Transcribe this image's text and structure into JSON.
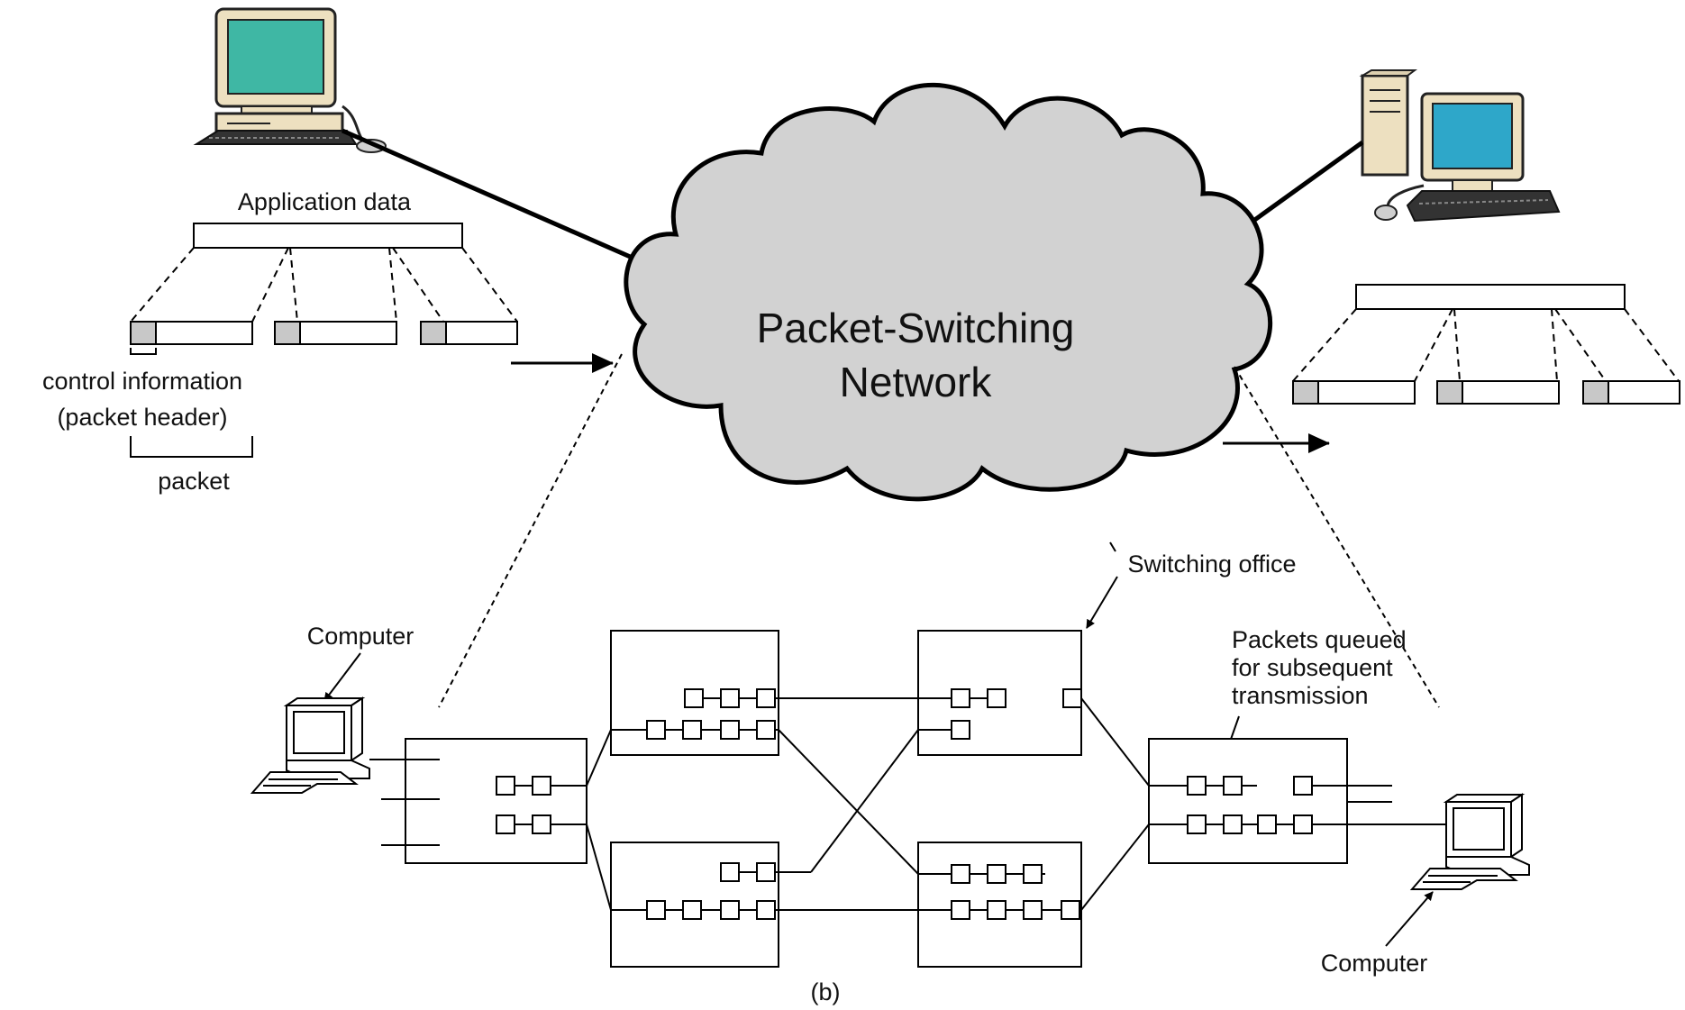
{
  "top": {
    "cloud_title_line1": "Packet-Switching",
    "cloud_title_line2": "Network",
    "application_data": "Application data",
    "control_info_line1": "control information",
    "control_info_line2": "(packet header)",
    "packet": "packet"
  },
  "bottom": {
    "computer_left": "Computer",
    "computer_right": "Computer",
    "switching_office": "Switching office",
    "queued_line1": "Packets queued",
    "queued_line2": "for subsequent",
    "queued_line3": "transmission",
    "caption": "(b)"
  },
  "colors": {
    "cloud_fill": "#d2d2d2",
    "header_fill": "#c8c8c8",
    "screen_teal": "#3fb7a4",
    "screen_blue": "#2ea7c9",
    "monitor_beige": "#ede0c0"
  }
}
